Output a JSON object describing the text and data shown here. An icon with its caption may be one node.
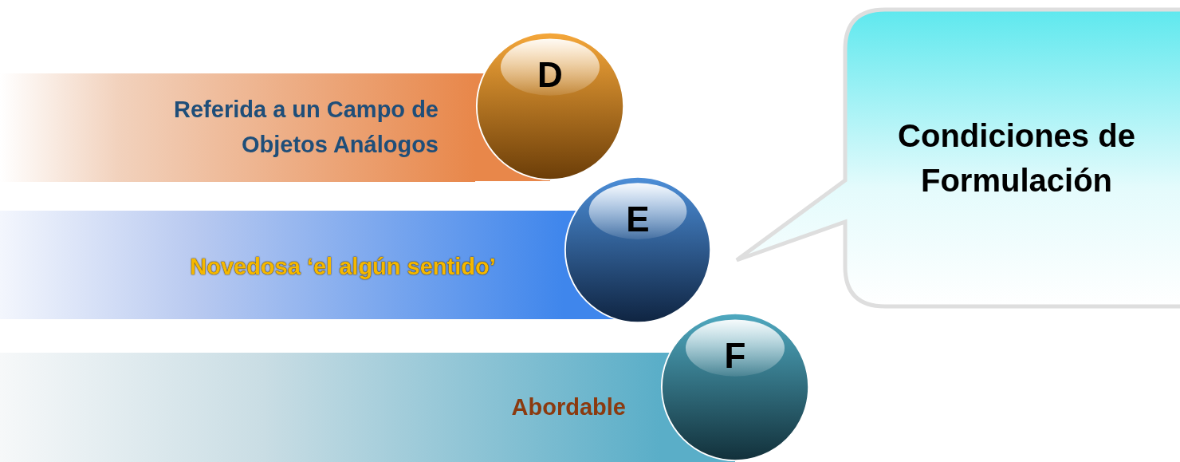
{
  "diagram": {
    "nodes": [
      {
        "text": [
          "Referida a un Campo de Objetos Análogos"
        ]
      },
      {
        "text": [
          "D"
        ]
      },
      {
        "text": [
          "Novedosa ‘el algún sentido’"
        ]
      },
      {
        "text": [
          "E"
        ]
      },
      {
        "text": [
          "Abordable"
        ]
      },
      {
        "text": [
          "F"
        ]
      },
      {
        "text": [
          "Condiciones de Formulación"
        ]
      }
    ]
  }
}
